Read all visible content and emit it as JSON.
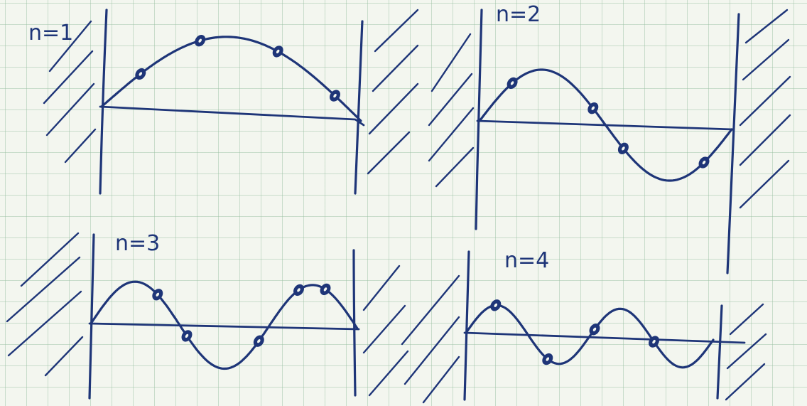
{
  "color": "#1e3578",
  "panels": [
    {
      "id": "n1",
      "label": "n=1",
      "mode": 1
    },
    {
      "id": "n2",
      "label": "n=2",
      "mode": 2
    },
    {
      "id": "n3",
      "label": "n=3",
      "mode": 3
    },
    {
      "id": "n4",
      "label": "n=4",
      "mode": 4
    }
  ]
}
